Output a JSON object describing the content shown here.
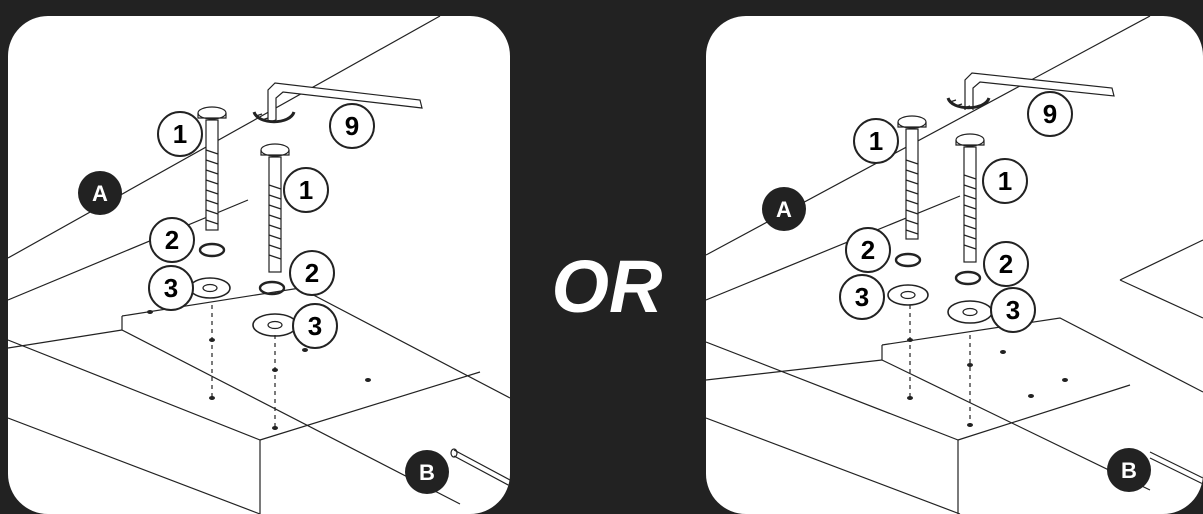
{
  "separator": {
    "text": "OR"
  },
  "colors": {
    "frame": "#222222",
    "panel": "#ffffff",
    "line": "#222222",
    "dark_badge": "#222222"
  },
  "left_panel": {
    "label_a": "A",
    "label_b": "B",
    "callouts": {
      "bolt_1": "1",
      "bolt_2": "1",
      "lock_1": "2",
      "lock_2": "2",
      "washer_1": "3",
      "washer_2": "3",
      "key": "9"
    }
  },
  "right_panel": {
    "label_a": "A",
    "label_b": "B",
    "callouts": {
      "bolt_1": "1",
      "bolt_2": "1",
      "lock_1": "2",
      "lock_2": "2",
      "washer_1": "3",
      "washer_2": "3",
      "key": "9"
    }
  }
}
